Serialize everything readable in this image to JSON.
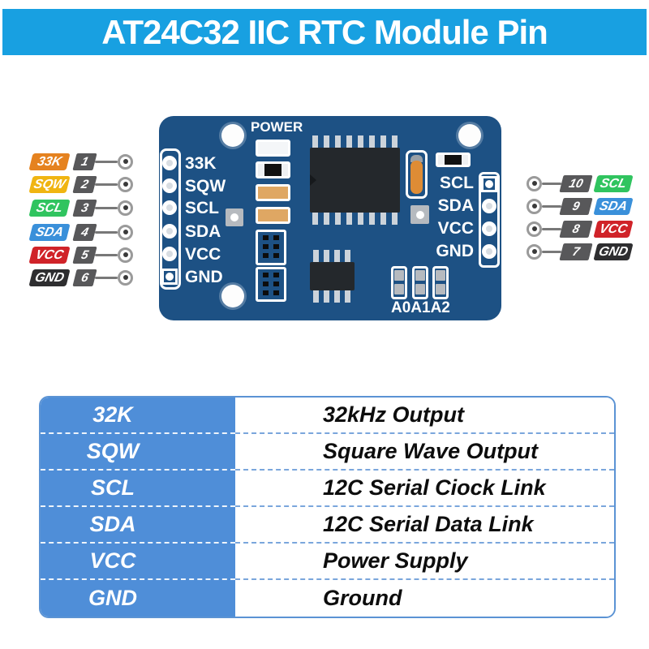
{
  "title": "AT24C32 IIC RTC Module Pin",
  "colors": {
    "banner": "#18a0e1",
    "pcb": "#1d5184",
    "table_header_blue": "#4f8ed8",
    "number_badge_gray": "#58585a",
    "pin_33k_orange": "#e5821f",
    "pin_sqw_yellow": "#f0b512",
    "pin_scl_green": "#30c45f",
    "pin_sda_blue": "#3a90da",
    "pin_vcc_red": "#d02329",
    "pin_gnd_black": "#2e2e30"
  },
  "left_pins": [
    {
      "label": "33K",
      "number": "1",
      "color": "#e5821f"
    },
    {
      "label": "SQW",
      "number": "2",
      "color": "#f0b512"
    },
    {
      "label": "SCL",
      "number": "3",
      "color": "#30c45f"
    },
    {
      "label": "SDA",
      "number": "4",
      "color": "#3a90da"
    },
    {
      "label": "VCC",
      "number": "5",
      "color": "#d02329"
    },
    {
      "label": "GND",
      "number": "6",
      "color": "#2e2e30"
    }
  ],
  "right_pins": [
    {
      "label": "SCL",
      "number": "10",
      "color": "#30c45f"
    },
    {
      "label": "SDA",
      "number": "9",
      "color": "#3a90da"
    },
    {
      "label": "VCC",
      "number": "8",
      "color": "#d02329"
    },
    {
      "label": "GND",
      "number": "7",
      "color": "#2e2e30"
    }
  ],
  "pcb": {
    "power_label": "POWER",
    "left_header_labels": [
      "33K",
      "SQW",
      "SCL",
      "SDA",
      "VCC",
      "GND"
    ],
    "right_header_labels": [
      "SCL",
      "SDA",
      "VCC",
      "GND"
    ],
    "jumper_label": "A0A1A2"
  },
  "table": {
    "rows": [
      {
        "pin": "32K",
        "description": "32kHz Output"
      },
      {
        "pin": "SQW",
        "description": "Square Wave Output"
      },
      {
        "pin": "SCL",
        "description": "12C Serial Ciock Link"
      },
      {
        "pin": "SDA",
        "description": "12C Serial Data Link"
      },
      {
        "pin": "VCC",
        "description": "Power Supply"
      },
      {
        "pin": "GND",
        "description": "Ground"
      }
    ]
  }
}
